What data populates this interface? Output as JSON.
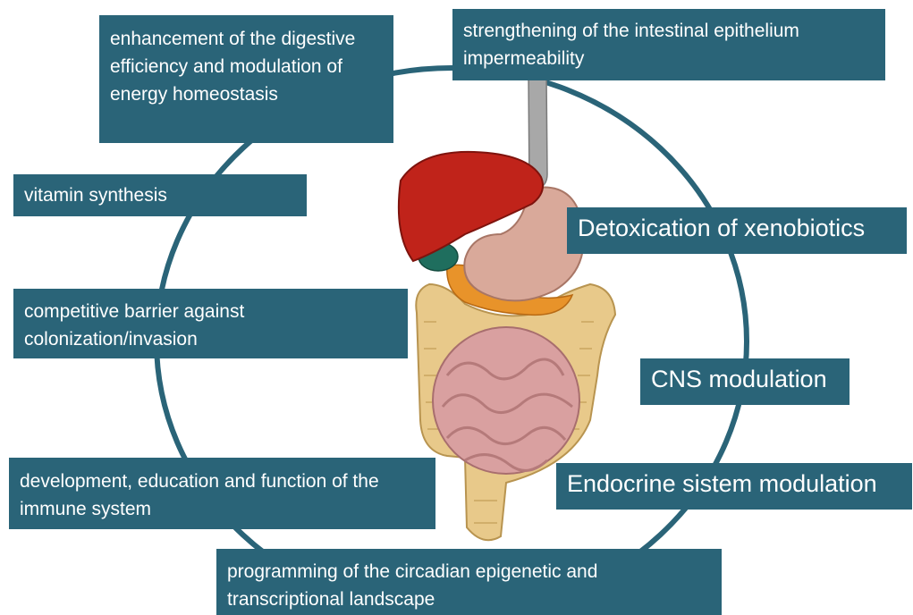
{
  "labels": {
    "enhancement": "enhancement of the digestive efficiency and modulation of energy homeostasis",
    "epithelium": "strengthening of the intestinal epithelium impermeability",
    "vitamin": "vitamin synthesis",
    "detox": "Detoxication of xenobiotics",
    "barrier": "competitive barrier against colonization/invasion",
    "cns": "CNS modulation",
    "immune": "development, education and function of the immune system",
    "endocrine": "Endocrine sistem modulation",
    "circadian": "programming of the circadian epigenetic and transcriptional landscape"
  },
  "colors": {
    "box": "#2a6478",
    "ring": "#2a6478",
    "text": "#ffffff",
    "liver": "#c0231a",
    "stomach": "#d9a99a",
    "colon": "#e8c98a",
    "small_intestine": "#d9a0a0",
    "pancreas": "#e8932a",
    "gallbladder": "#1f6e5e",
    "esophagus": "#a8a8a8"
  },
  "icons": {
    "organs": "digestive-system-illustration"
  }
}
